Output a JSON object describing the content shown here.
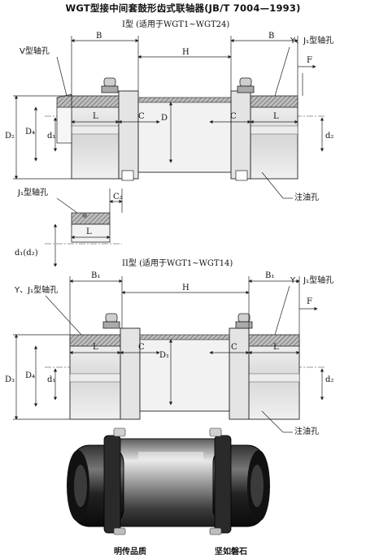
{
  "title": "WGT型接中间套鼓形齿式联轴器(JB/T 7004—1993)",
  "type1": {
    "heading": "I型 (适用于WGT1~WGT24)",
    "labels": {
      "B_left": "B",
      "B_right": "B",
      "H": "H",
      "Y_J1_hole": "Y、J₁型轴孔",
      "V_hole": "V型轴孔",
      "F": "F",
      "D2": "D₂",
      "D4": "D₄",
      "d1": "d₁",
      "d2": "d₂",
      "L_left": "L",
      "L_right": "L",
      "C_left": "C",
      "C_right": "C",
      "D": "D",
      "oil_hole": "注油孔"
    }
  },
  "j1_detail": {
    "label": "J₁型轴孔",
    "C2": "C₂",
    "L": "L",
    "d1_d2": "d₁(d₂)"
  },
  "type2": {
    "heading": "II型 (适用于WGT1~WGT14)",
    "labels": {
      "B1_left": "B₁",
      "B1_right": "B₁",
      "H": "H",
      "Y_J1_hole_left": "Y、J₁型轴孔",
      "Y_J1_hole_right": "Y、J₁型轴孔",
      "F": "F",
      "D3": "D₃",
      "D4": "D₄",
      "d1": "d₁",
      "d2": "d₂",
      "L_left": "L",
      "L_right": "L",
      "C_left": "C",
      "C_right": "C",
      "D1": "D₁",
      "oil_hole": "注油孔"
    }
  },
  "captions": {
    "left": "明传品质",
    "right": "坚如磐石"
  }
}
